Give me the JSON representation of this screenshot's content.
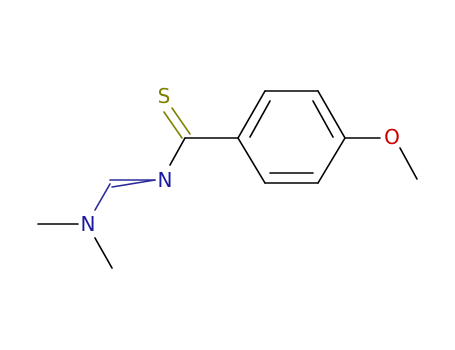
{
  "atoms": {
    "sulfur": {
      "symbol": "S",
      "color": "#808000"
    },
    "imine_nitrogen": {
      "symbol": "N",
      "color": "#1a1aa0"
    },
    "amine_nitrogen": {
      "symbol": "N",
      "color": "#1a1aa0"
    },
    "oxygen": {
      "symbol": "O",
      "color": "#cc0000"
    }
  },
  "colors": {
    "bond": "#000000",
    "nitrogen_bond": "#2a2a9a",
    "sulfur_bond": "#808000",
    "oxygen_bond": "#cc0000"
  }
}
